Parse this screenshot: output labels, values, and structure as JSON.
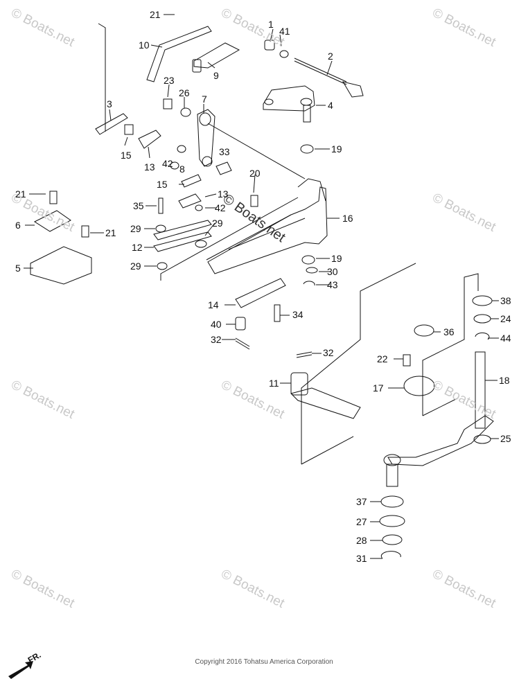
{
  "watermark": "© Boats.net",
  "copyright": "Copyright 2016 Tohatsu America Corporation",
  "direction_label": "FR.",
  "callouts": [
    "1",
    "2",
    "3",
    "4",
    "5",
    "6",
    "7",
    "8",
    "9",
    "10",
    "11",
    "12",
    "13",
    "13",
    "14",
    "15",
    "15",
    "16",
    "17",
    "18",
    "19",
    "19",
    "20",
    "21",
    "21",
    "21",
    "22",
    "23",
    "24",
    "25",
    "26",
    "27",
    "28",
    "29",
    "29",
    "29",
    "30",
    "31",
    "32",
    "32",
    "33",
    "34",
    "35",
    "36",
    "37",
    "38",
    "40",
    "41",
    "42",
    "42",
    "43",
    "44"
  ]
}
